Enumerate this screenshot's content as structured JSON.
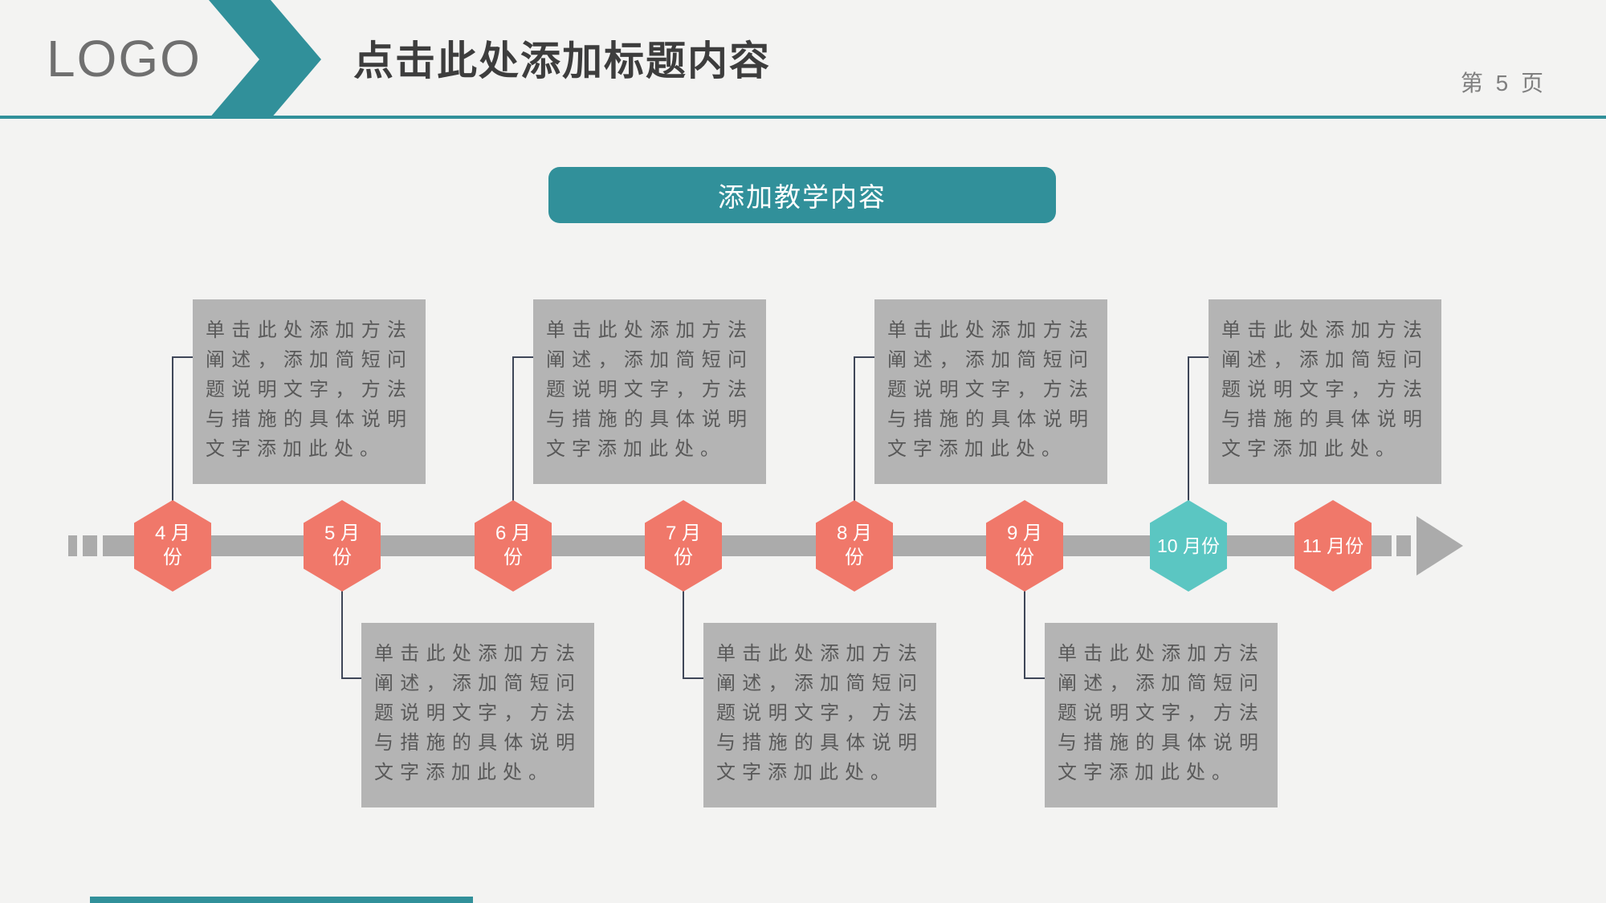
{
  "header": {
    "logo": "LOGO",
    "title": "点击此处添加标题内容",
    "page_label": "第 5 页"
  },
  "banner": {
    "label": "添加教学内容"
  },
  "timeline": {
    "box_text": "单击此处添加方法阐述，添加简短问题说明文字，方法与措施的具体说明文字添加此处。",
    "months": [
      {
        "id": "4",
        "label_lines": [
          "4 月",
          "份"
        ],
        "color": "salmon",
        "box_position": "top"
      },
      {
        "id": "5",
        "label_lines": [
          "5 月",
          "份"
        ],
        "color": "salmon",
        "box_position": "bottom"
      },
      {
        "id": "6",
        "label_lines": [
          "6 月",
          "份"
        ],
        "color": "salmon",
        "box_position": "top"
      },
      {
        "id": "7",
        "label_lines": [
          "7 月",
          "份"
        ],
        "color": "salmon",
        "box_position": "bottom"
      },
      {
        "id": "8",
        "label_lines": [
          "8 月",
          "份"
        ],
        "color": "salmon",
        "box_position": "top"
      },
      {
        "id": "9",
        "label_lines": [
          "9 月",
          "份"
        ],
        "color": "salmon",
        "box_position": "bottom"
      },
      {
        "id": "10",
        "label_lines": [
          "10 月份"
        ],
        "color": "teal",
        "box_position": "top"
      },
      {
        "id": "11",
        "label_lines": [
          "11 月份"
        ],
        "color": "salmon",
        "box_position": "none"
      }
    ]
  },
  "colors": {
    "accent_teal": "#31909a",
    "hex_teal_light": "#5bc6c2",
    "hex_salmon": "#f0786a",
    "timeline_gray": "#ababab",
    "note_box_gray": "#b4b4b4",
    "note_text": "#595959",
    "connector": "#3e4658",
    "title_text": "#3d3d3d",
    "background": "#f3f3f2"
  }
}
